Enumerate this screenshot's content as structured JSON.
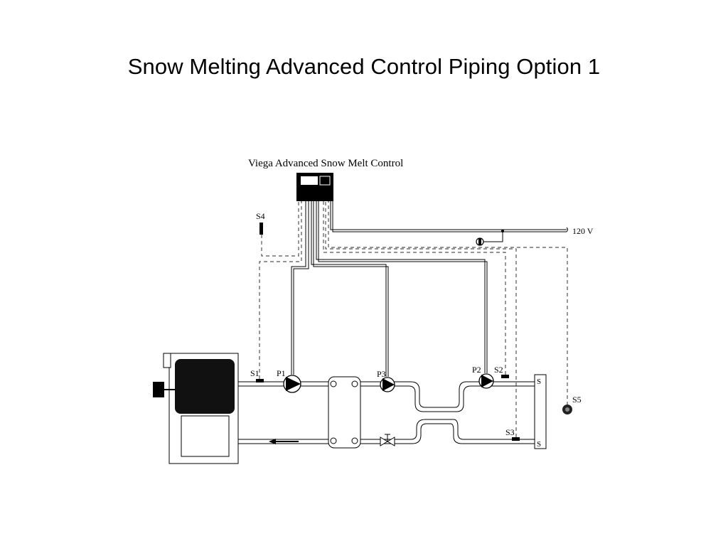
{
  "slide": {
    "title": "Snow Melting Advanced Control Piping Option 1"
  },
  "diagram": {
    "control_label": "Viega Advanced Snow Melt Control",
    "power_label": "120 V",
    "sensors": {
      "s1": "S1",
      "s2": "S2",
      "s3": "S3",
      "s4": "S4",
      "s5": "S5"
    },
    "pumps": {
      "p1": "P1",
      "p2": "P2",
      "p3": "P3"
    },
    "manifold_ports": [
      "S",
      "S"
    ]
  },
  "colors": {
    "line": "#000000",
    "dashed_wire": "#555555",
    "pipe_fill": "#ffffff",
    "background": "#ffffff"
  }
}
